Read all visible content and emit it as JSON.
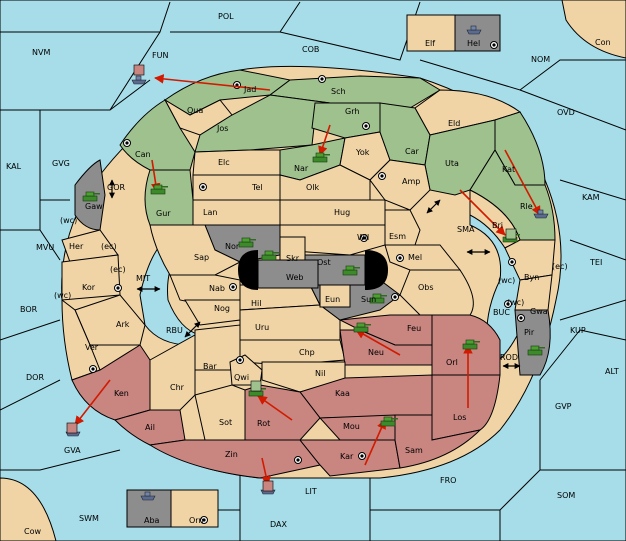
{
  "colors": {
    "sea": "#a6dde9",
    "neutral": "#f0d4a6",
    "green_power": "#9fc18e",
    "red_power": "#c98580",
    "gray_power": "#8d8d8d",
    "order_arrow": "#d21a00"
  },
  "icons": {
    "army": "tank-unit-icon",
    "fleet": "fleet-unit-icon",
    "supply_center": "supply-center-dot-icon"
  },
  "labels": {
    "pol": "POL",
    "fun": "FUN",
    "cob": "COB",
    "nvm": "NVM",
    "nom": "NOM",
    "ovd": "OVD",
    "con": "Con",
    "elf": "Elf",
    "hel": "Hel",
    "kal": "KAL",
    "gvg": "GVG",
    "gor": "GOR",
    "mvu": "MVU",
    "mit": "MIT",
    "bor": "BOR",
    "rbu": "RBU",
    "dor": "DOR",
    "gva": "GVA",
    "swm": "SWM",
    "cow": "Cow",
    "aba": "Aba",
    "orn": "Orn",
    "dax": "DAX",
    "lit": "LIT",
    "fro": "FRO",
    "som": "SOM",
    "gvp": "GVP",
    "alt": "ALT",
    "kup": "KUP",
    "tei": "TEI",
    "kam": "KAM",
    "sma": "SMA",
    "buc": "BUC",
    "rod": "ROD",
    "jad": "Jad",
    "sch": "Sch",
    "qua": "Qua",
    "jos": "Jos",
    "grh": "Grh",
    "eld": "Eld",
    "can": "Can",
    "elc": "Elc",
    "nar": "Nar",
    "yok": "Yok",
    "car": "Car",
    "uta": "Uta",
    "kat": "Kat",
    "gaw": "Gaw",
    "gur": "Gur",
    "tel": "Tel",
    "olk": "Olk",
    "amp": "Amp",
    "lan": "Lan",
    "hug": "Hug",
    "bri": "Bri",
    "rle": "Rle",
    "her": "Her",
    "nor": "Nor",
    "wil": "Wil",
    "esm": "Esm",
    "skr": "Skr",
    "ost": "Ost",
    "web": "Web",
    "sap": "Sap",
    "mel": "Mel",
    "byn": "Byn",
    "kor": "Kor",
    "nab": "Nab",
    "eun": "Eun",
    "sun": "Sun",
    "obs": "Obs",
    "hil": "Hil",
    "gwa": "Gwa",
    "ark": "Ark",
    "nog": "Nog",
    "uru": "Uru",
    "feu": "Feu",
    "pir": "Pir",
    "ver": "Ver",
    "chp": "Chp",
    "neu": "Neu",
    "orl": "Orl",
    "bar": "Bar",
    "qwi": "Qwi",
    "nil": "Nil",
    "ken": "Ken",
    "chr": "Chr",
    "kaa": "Kaa",
    "los": "Los",
    "ail": "Ail",
    "sot": "Sot",
    "rot": "Rot",
    "mou": "Mou",
    "zin": "Zin",
    "kar": "Kar",
    "sam": "Sam"
  },
  "coast_marks": {
    "wc1": "(wc)",
    "ec1": "(ec)",
    "ec2": "(ec)",
    "wc2": "(wc)",
    "wc3": "(wc)",
    "ec3": "(ec)",
    "wc4": "(wc)"
  }
}
